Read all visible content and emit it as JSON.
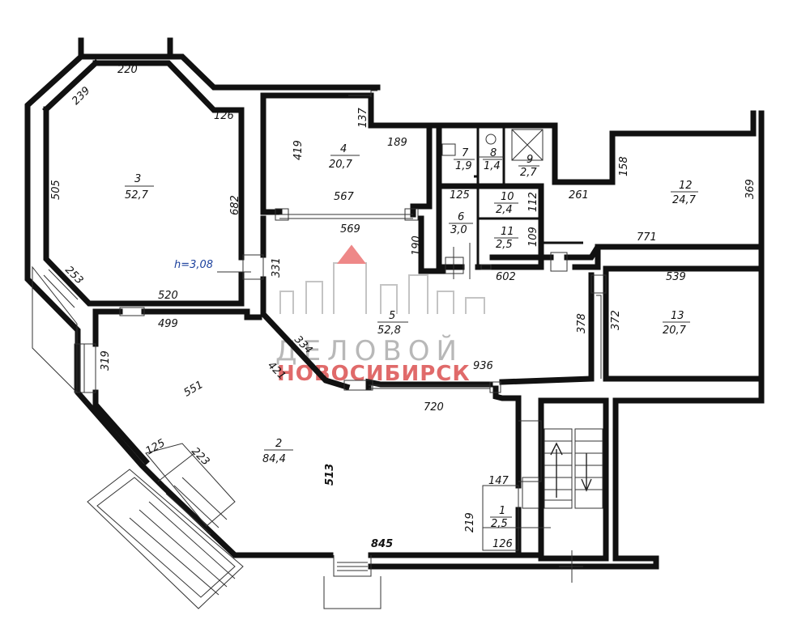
{
  "height_label": "h=3,08",
  "watermark": {
    "line1": "ДЕЛОВОЙ",
    "line2": "НОВОСИБИРСК",
    "accent": "#e55b5b"
  },
  "rooms": {
    "r1": {
      "num": "1",
      "area": "2,5"
    },
    "r2": {
      "num": "2",
      "area": "84,4"
    },
    "r3": {
      "num": "3",
      "area": "52,7"
    },
    "r4": {
      "num": "4",
      "area": "20,7"
    },
    "r5": {
      "num": "5",
      "area": "52,8"
    },
    "r6": {
      "num": "6",
      "area": "3,0"
    },
    "r7": {
      "num": "7",
      "area": "1,9"
    },
    "r8": {
      "num": "8",
      "area": "1,4"
    },
    "r9": {
      "num": "9",
      "area": "2,7"
    },
    "r10": {
      "num": "10",
      "area": "2,4"
    },
    "r11": {
      "num": "11",
      "area": "2,5"
    },
    "r12": {
      "num": "12",
      "area": "24,7"
    },
    "r13": {
      "num": "13",
      "area": "20,7"
    }
  },
  "dims": {
    "d220": "220",
    "d239": "239",
    "d126a": "126",
    "d505": "505",
    "d682": "682",
    "d253": "253",
    "d520": "520",
    "d499": "499",
    "d331": "331",
    "d319": "319",
    "d551": "551",
    "d334": "334",
    "d421": "421",
    "d137": "137",
    "d189": "189",
    "d419": "419",
    "d567": "567",
    "d569": "569",
    "d190": "190",
    "d125a": "125",
    "d112": "112",
    "d109": "109",
    "d158": "158",
    "d261": "261",
    "d369": "369",
    "d771": "771",
    "d602": "602",
    "d539": "539",
    "d378": "378",
    "d372": "372",
    "d936": "936",
    "d720": "720",
    "d125b": "125",
    "d223": "223",
    "d513": "513",
    "d147": "147",
    "d219": "219",
    "d126b": "126",
    "d845": "845"
  }
}
